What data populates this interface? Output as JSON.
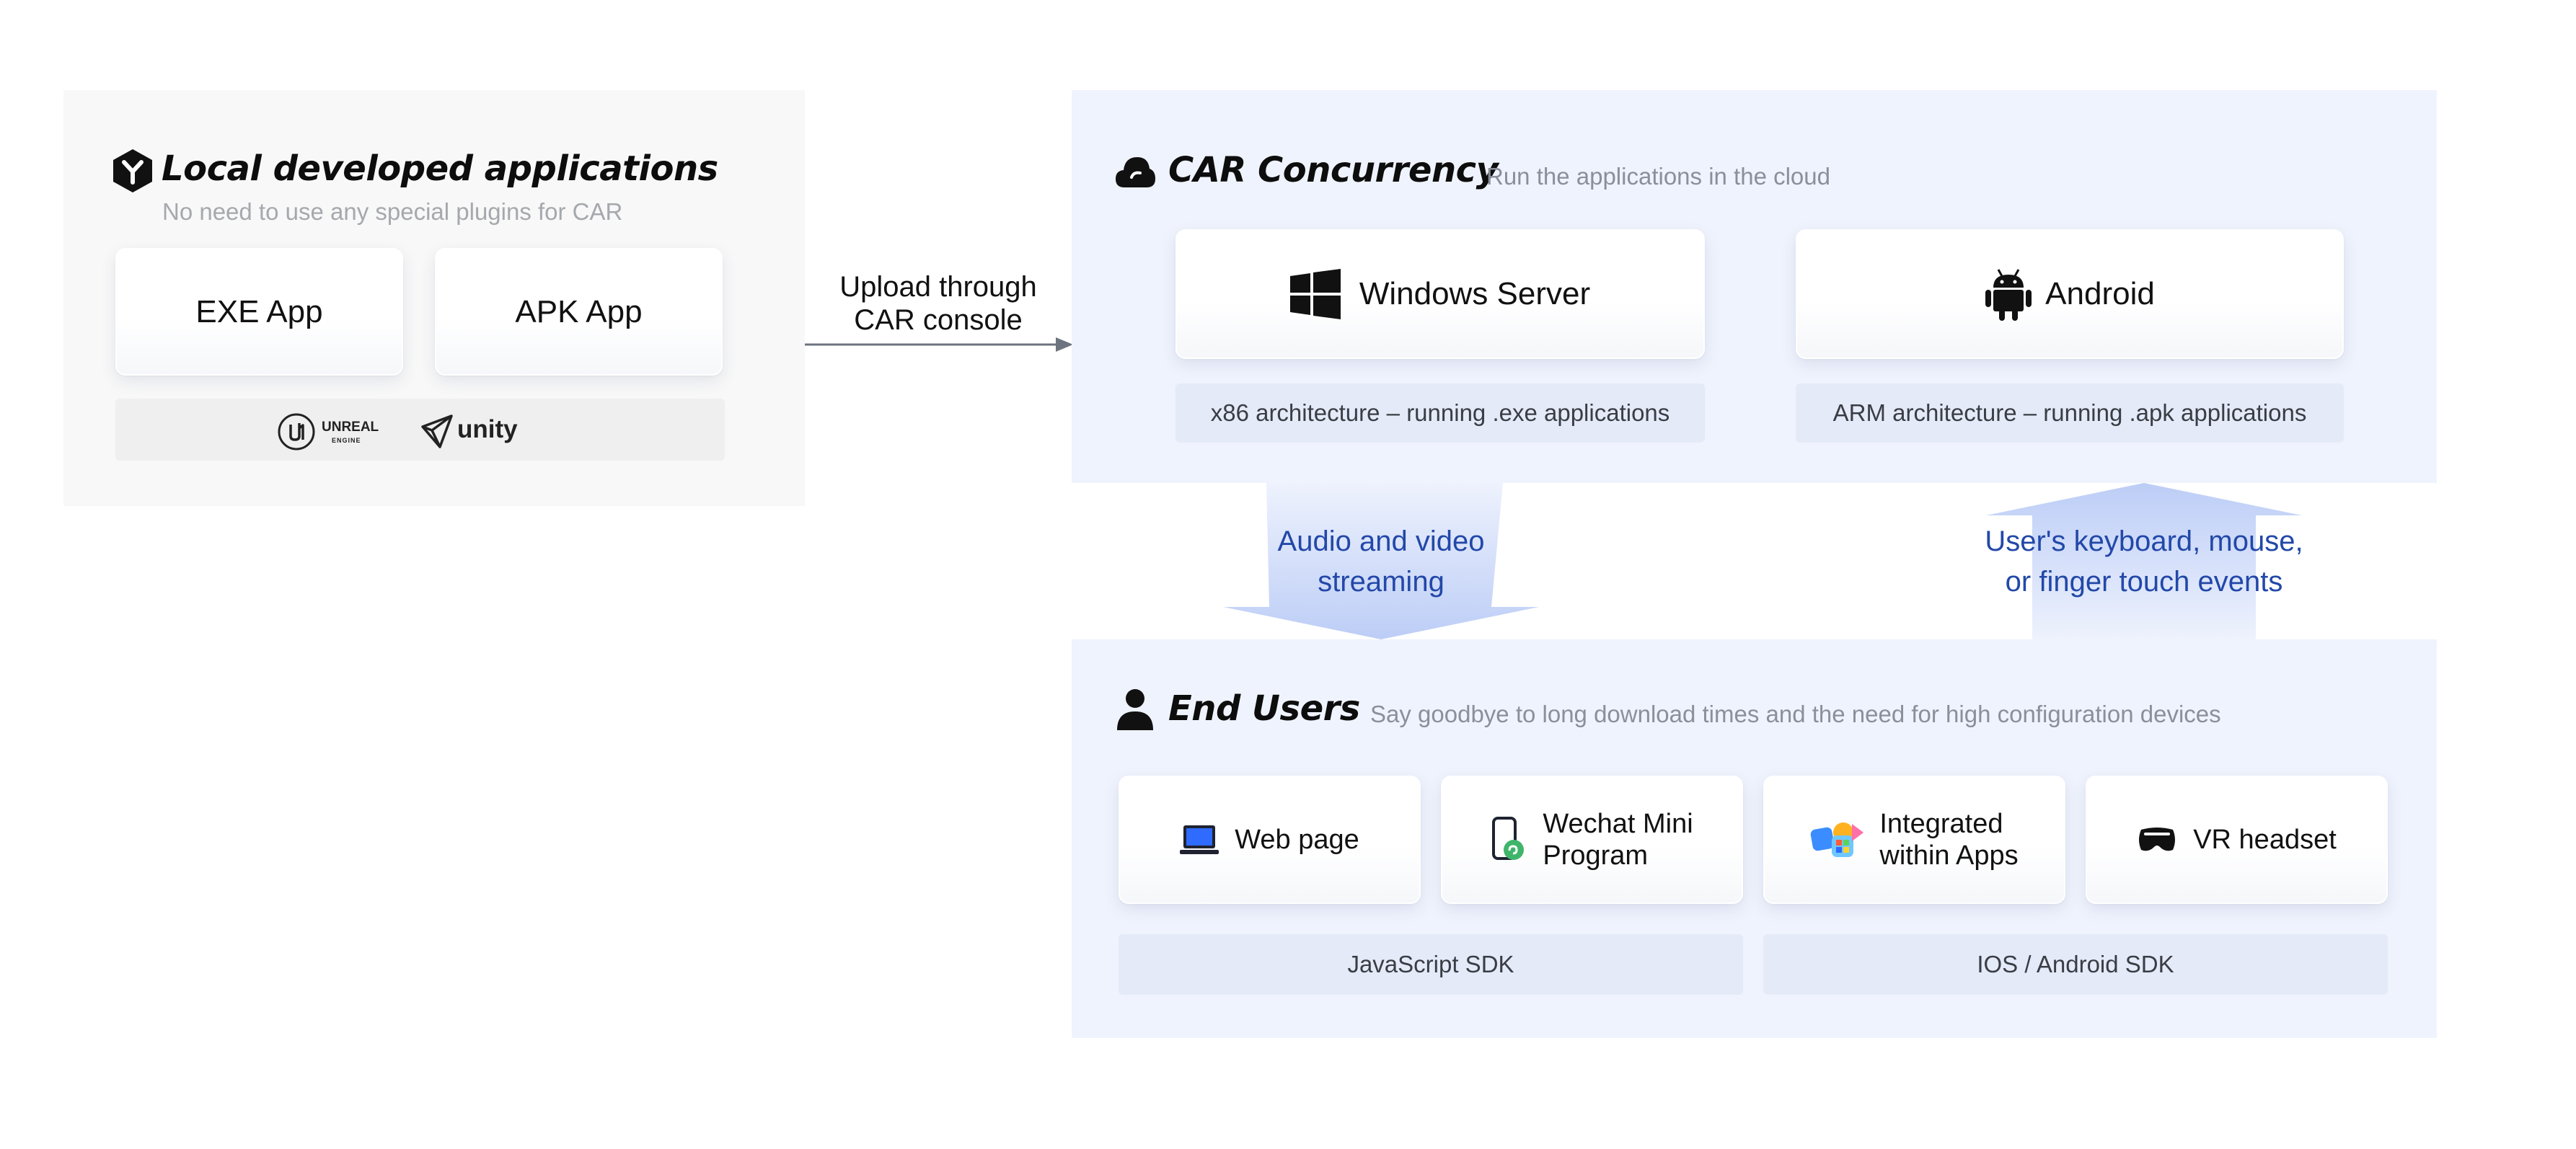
{
  "local": {
    "title": "Local developed applications",
    "subtitle": "No need to use any special plugins for CAR",
    "apps": [
      "EXE App",
      "APK App"
    ],
    "engines": [
      {
        "icon": "unreal-engine-logo",
        "label": "UNREAL",
        "sub": "ENGINE"
      },
      {
        "icon": "unity-logo",
        "label": "unity"
      }
    ]
  },
  "upload": {
    "line1": "Upload through",
    "line2": "CAR console"
  },
  "car": {
    "title": "CAR Concurrency",
    "subtitle": "Run the applications in the cloud",
    "servers": [
      {
        "name": "Windows Server",
        "icon": "windows-icon",
        "desc": "x86 architecture – running .exe applications"
      },
      {
        "name": "Android",
        "icon": "android-icon",
        "desc": "ARM architecture – running .apk applications"
      }
    ]
  },
  "flows": {
    "down": {
      "line1": "Audio and video",
      "line2": "streaming"
    },
    "up": {
      "line1": "User's keyboard, mouse,",
      "line2": "or finger touch events"
    }
  },
  "users": {
    "title": "End Users",
    "subtitle": "Say goodbye to long download times and the need for high configuration devices",
    "clients": [
      {
        "line1": "Web page",
        "line2": "",
        "icon": "laptop-icon"
      },
      {
        "line1": "Wechat Mini",
        "line2": "Program",
        "icon": "mini-program-icon"
      },
      {
        "line1": "Integrated",
        "line2": "within Apps",
        "icon": "apps-icon"
      },
      {
        "line1": "VR headset",
        "line2": "",
        "icon": "vr-headset-icon"
      }
    ],
    "sdks": [
      "JavaScript SDK",
      "IOS / Android SDK"
    ]
  },
  "colors": {
    "panel_blue": "#eff3fd",
    "flow_blue": "#2248a8",
    "arrow_grad_top": "#eef2fd",
    "arrow_grad_bottom": "#bccdf6"
  }
}
